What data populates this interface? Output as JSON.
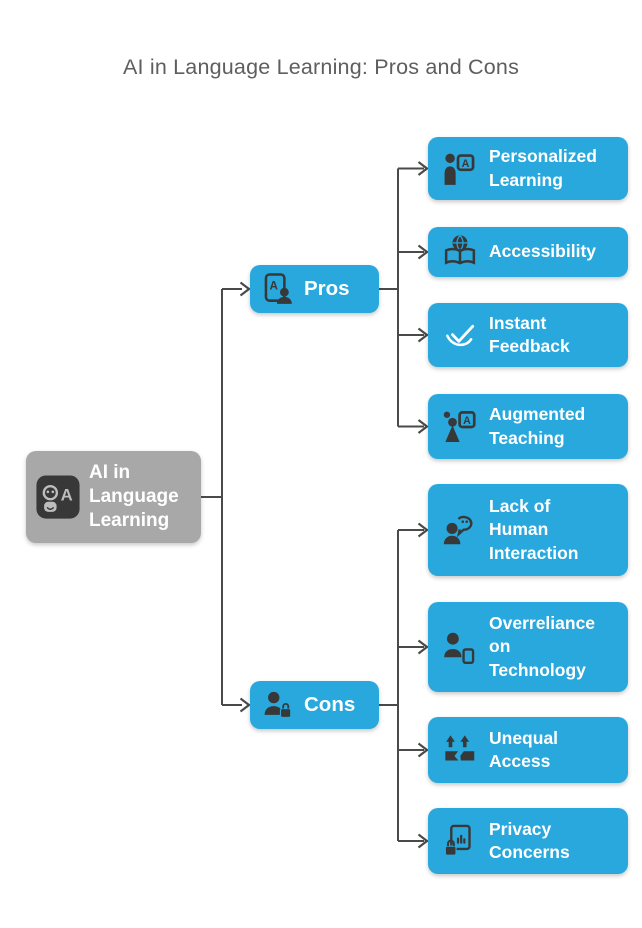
{
  "title": "AI in Language Learning: Pros and Cons",
  "colors": {
    "node_blue": "#29A8DD",
    "root_gray": "#A8A8A8",
    "connector": "#4A4A4A",
    "title_text": "#5E5E5E",
    "node_text": "#FFFFFF",
    "icon_dark": "#383838"
  },
  "icons": {
    "letter_a": "A"
  },
  "root": {
    "label": "AI in Language Learning",
    "icon": "ai-avatar-letter-icon"
  },
  "branches": [
    {
      "label": "Pros",
      "icon": "tablet-learner-icon",
      "children": [
        {
          "label": "Personalized Learning",
          "icon": "person-board-icon"
        },
        {
          "label": "Accessibility",
          "icon": "globe-book-icon"
        },
        {
          "label": "Instant Feedback",
          "icon": "checkmark-swoosh-icon"
        },
        {
          "label": "Augmented Teaching",
          "icon": "presenter-board-icon"
        }
      ]
    },
    {
      "label": "Cons",
      "icon": "person-padlock-icon",
      "children": [
        {
          "label": "Lack of Human Interaction",
          "icon": "person-speech-bubble-icon"
        },
        {
          "label": "Overreliance on Technology",
          "icon": "person-phone-icon"
        },
        {
          "label": "Unequal Access",
          "icon": "broken-platform-arrows-icon"
        },
        {
          "label": "Privacy Concerns",
          "icon": "document-chart-lock-icon"
        }
      ]
    }
  ]
}
